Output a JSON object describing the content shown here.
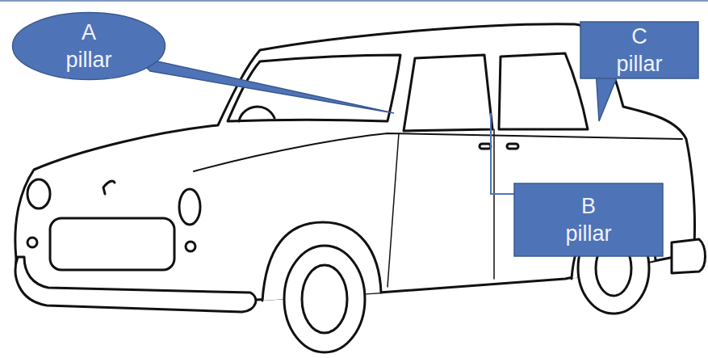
{
  "diagram": {
    "nodes": [
      {
        "text": [
          "A pillar"
        ]
      },
      {
        "text": [
          "C pillar"
        ]
      },
      {
        "text": [
          "B pillar"
        ]
      }
    ]
  }
}
